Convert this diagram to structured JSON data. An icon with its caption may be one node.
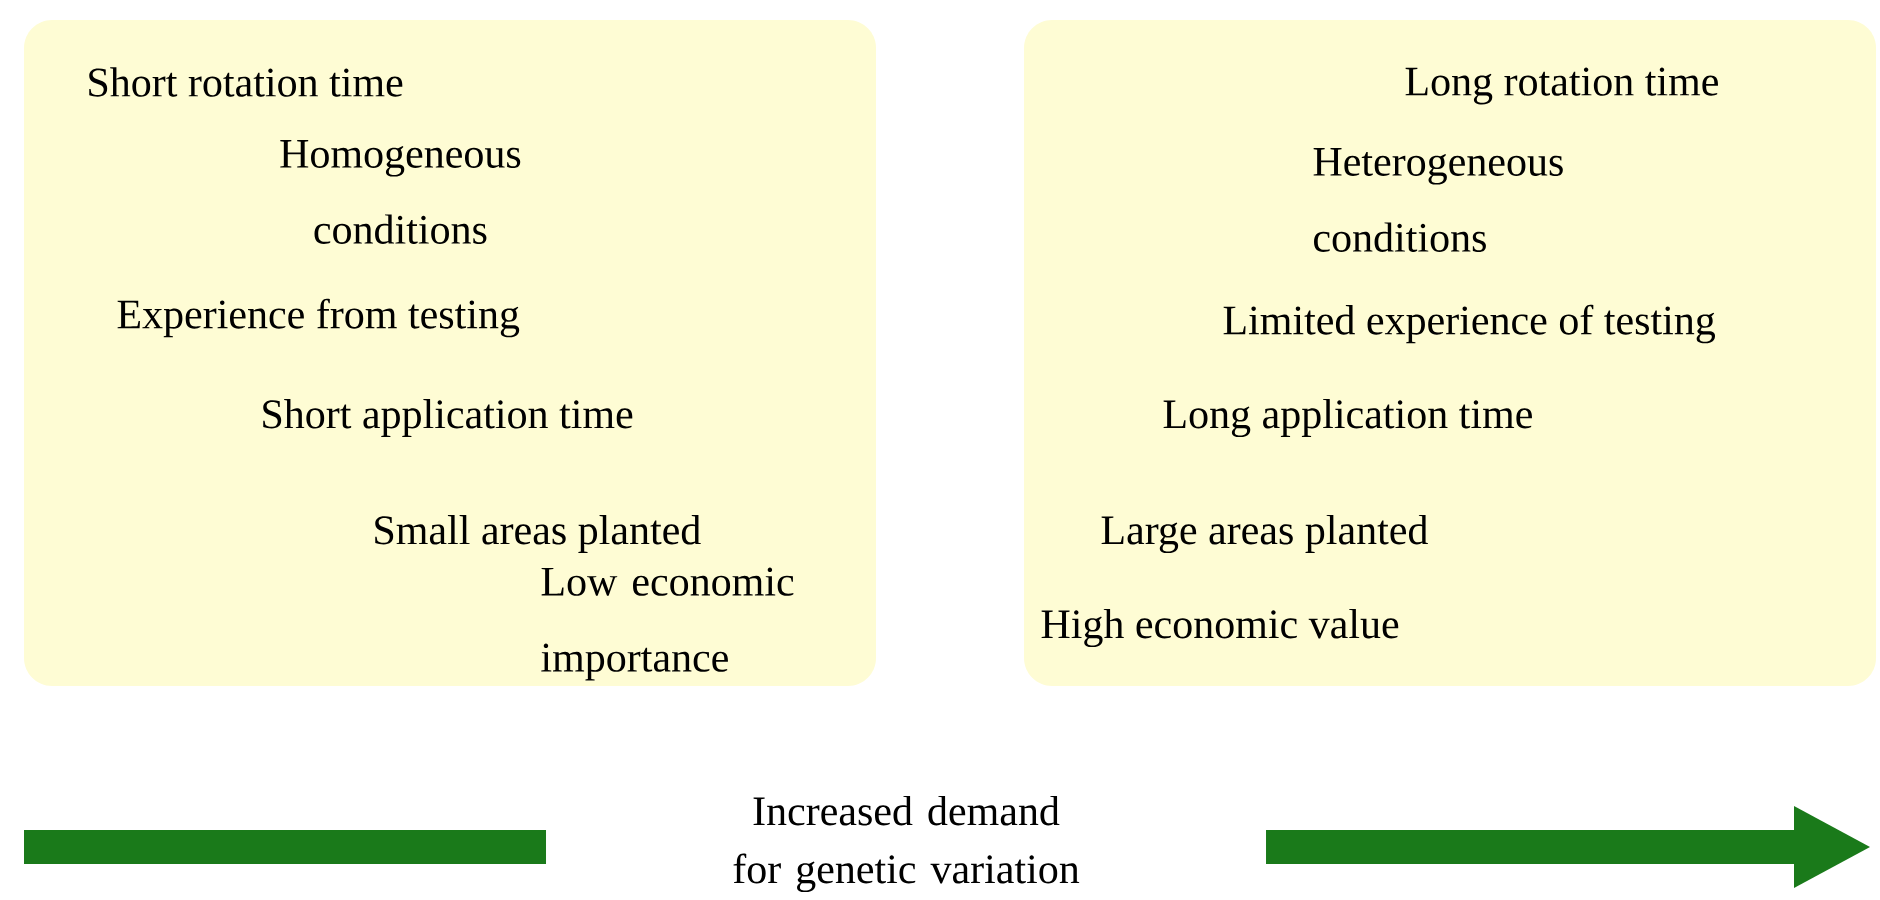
{
  "diagram": {
    "nodes": [
      {
        "text": [
          "Short rotation time",
          "Homogeneous conditions",
          "Experience from testing",
          "Short application time",
          "Small areas planted",
          "Low economic importance"
        ]
      },
      {
        "text": [
          "Long rotation time",
          "Heterogeneous conditions",
          "Limited experience of testing",
          "Long application time",
          "Large areas planted",
          "High economic value"
        ]
      }
    ],
    "labels": [
      "Increased demand for genetic variation"
    ]
  }
}
